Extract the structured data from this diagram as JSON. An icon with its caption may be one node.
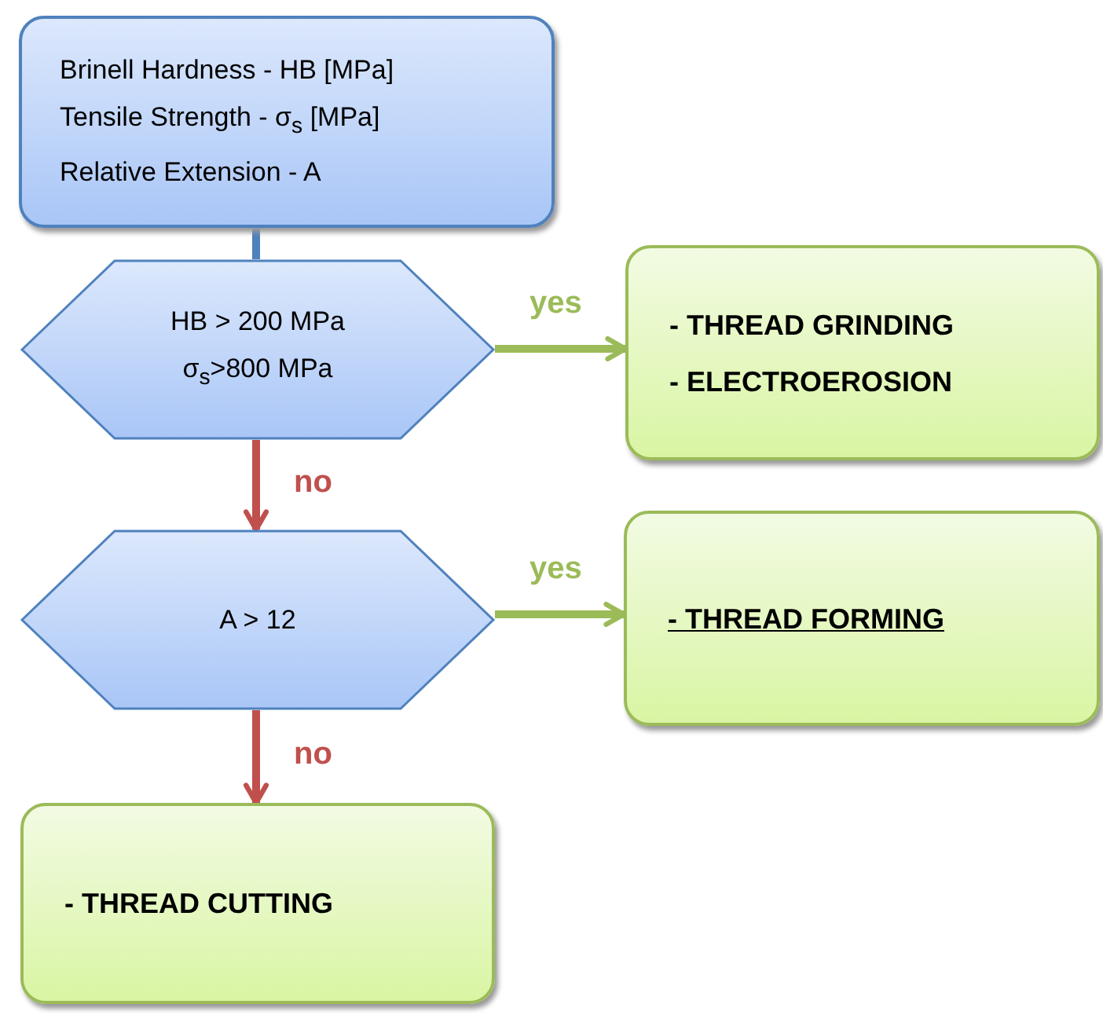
{
  "diagram": {
    "nodes": [
      {
        "text": [
          "Brinell Hardness - HB [MPa]",
          "Tensile Strength - σ$_{s}$ [MPa]",
          "Relative Extension - A"
        ]
      },
      {
        "text": [
          "HB > 200 MPa",
          "σ$_{s}$>800 MPa"
        ]
      },
      {
        "text": [
          "- THREAD GRINDING",
          "- ELECTROEROSION"
        ]
      },
      {
        "text": [
          "A > 12"
        ]
      },
      {
        "text": [
          "- THREAD FORMING"
        ]
      },
      {
        "text": [
          "- THREAD CUTTING"
        ]
      }
    ],
    "edges": [
      {
        "from": 0,
        "to": 1,
        "arrow": "none",
        "color": "#4f81bd"
      },
      {
        "from": 1,
        "to": 2,
        "arrow": "to",
        "label": "yes",
        "color": "#9bbb59"
      },
      {
        "from": 1,
        "to": 3,
        "arrow": "to",
        "label": "no",
        "color": "#c0504d"
      },
      {
        "from": 3,
        "to": 4,
        "arrow": "to",
        "label": "yes",
        "color": "#9bbb59"
      },
      {
        "from": 3,
        "to": 5,
        "arrow": "to",
        "label": "no",
        "color": "#c0504d"
      }
    ]
  }
}
